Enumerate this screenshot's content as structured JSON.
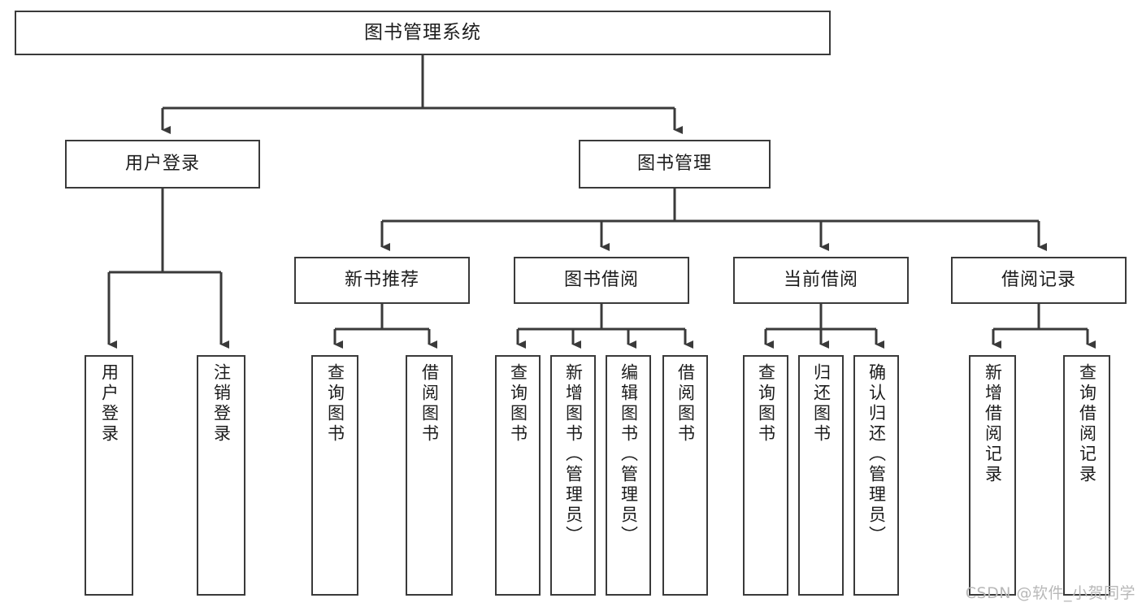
{
  "diagram": {
    "type": "tree-hierarchy",
    "title": "图书管理系统",
    "orientation": "top-down",
    "edge_color": "#3a3a3a",
    "node_border_color": "#3a3a3a",
    "node_fill_color": "#ffffff",
    "text_color": "#1c1c1c"
  },
  "root": {
    "label": "图书管理系统"
  },
  "level2": [
    {
      "label": "用户登录"
    },
    {
      "label": "图书管理"
    }
  ],
  "level3": [
    {
      "label": "新书推荐"
    },
    {
      "label": "图书借阅"
    },
    {
      "label": "当前借阅"
    },
    {
      "label": "借阅记录"
    }
  ],
  "leaves": {
    "user_login": [
      {
        "label": "用户登录"
      },
      {
        "label": "注销登录"
      }
    ],
    "new_book_recommend": [
      {
        "label": "查询图书"
      },
      {
        "label": "借阅图书"
      }
    ],
    "book_borrow": [
      {
        "label": "查询图书"
      },
      {
        "label": "新增图书（管理员）"
      },
      {
        "label": "编辑图书（管理员）"
      },
      {
        "label": "借阅图书"
      }
    ],
    "current_borrow": [
      {
        "label": "查询图书"
      },
      {
        "label": "归还图书"
      },
      {
        "label": "确认归还（管理员）"
      }
    ],
    "borrow_record": [
      {
        "label": "新增借阅记录"
      },
      {
        "label": "查询借阅记录"
      }
    ]
  },
  "watermark": {
    "text": "CSDN @软件_小贺同学"
  }
}
